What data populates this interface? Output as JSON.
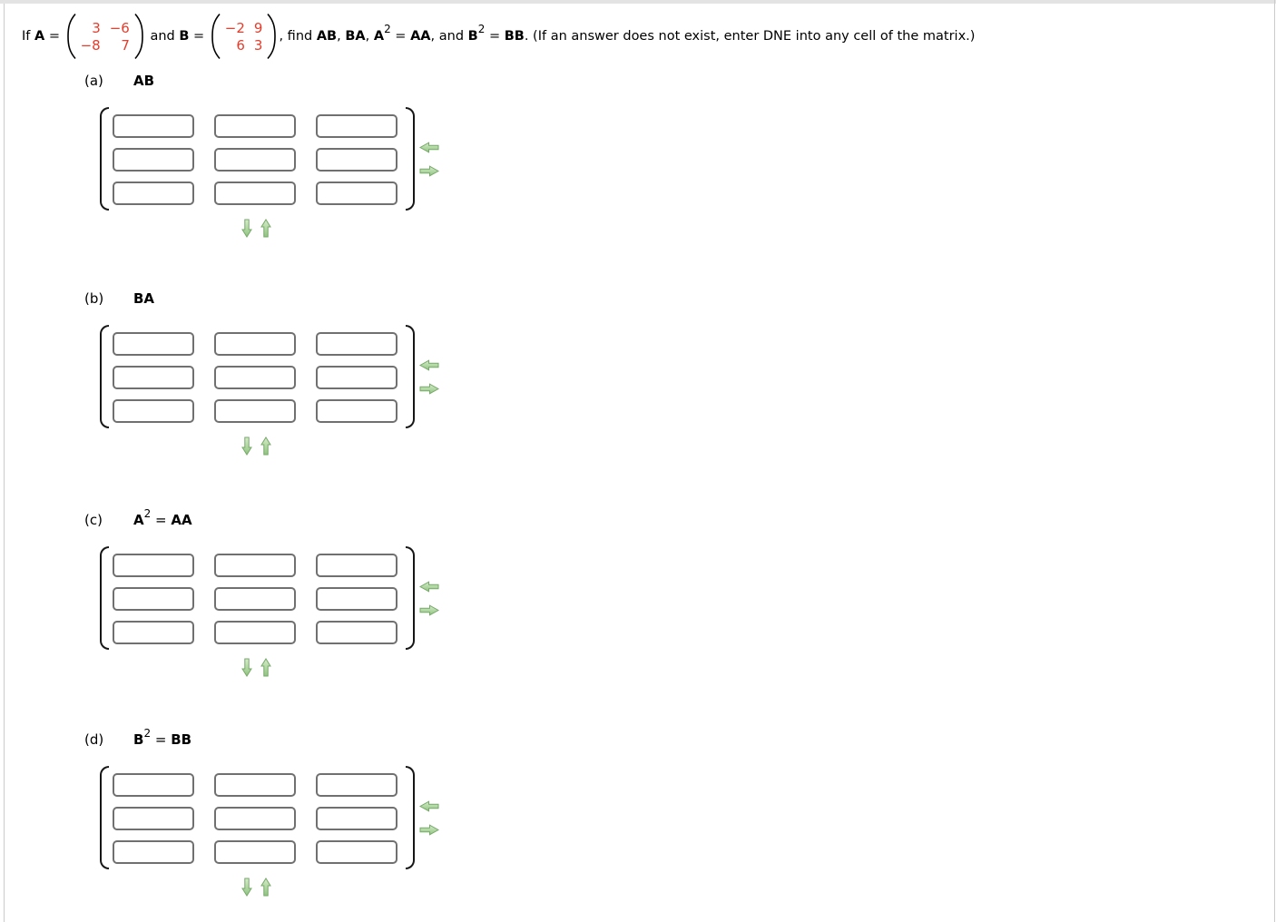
{
  "colors": {
    "matrix_value_red": "#e43d2c",
    "arrow_green": "#8fc47f",
    "cell_border_gray": "#707070"
  },
  "header": {
    "if_text": "If ",
    "A_name": "A",
    "eq1": " = ",
    "matrix_A": [
      [
        "3",
        "−6"
      ],
      [
        "−8",
        "7"
      ]
    ],
    "and_text": " and ",
    "B_name": "B",
    "eq2": " = ",
    "matrix_B": [
      [
        "−2",
        "9"
      ],
      [
        "6",
        "3"
      ]
    ],
    "find_text": ", find ",
    "AB": "AB",
    "comma1": ", ",
    "BA": "BA",
    "comma2": ", ",
    "A2_base": "A",
    "A2_sup": "2",
    "eq3": " = ",
    "AA": "AA",
    "and2": ", and ",
    "B2_base": "B",
    "B2_sup": "2",
    "eq4": " = ",
    "BB": "BB",
    "tail": ". (If an answer does not exist, enter DNE into any cell of the matrix.)"
  },
  "sections": [
    {
      "label": "(a)",
      "title_main": "AB",
      "title_sup": "",
      "title_eq": "",
      "title_second": "",
      "cells": [
        [
          "",
          "",
          ""
        ],
        [
          "",
          "",
          ""
        ],
        [
          "",
          "",
          ""
        ]
      ]
    },
    {
      "label": "(b)",
      "title_main": "BA",
      "title_sup": "",
      "title_eq": "",
      "title_second": "",
      "cells": [
        [
          "",
          "",
          ""
        ],
        [
          "",
          "",
          ""
        ],
        [
          "",
          "",
          ""
        ]
      ]
    },
    {
      "label": "(c)",
      "title_main": "A",
      "title_sup": "2",
      "title_eq": " = ",
      "title_second": "AA",
      "cells": [
        [
          "",
          "",
          ""
        ],
        [
          "",
          "",
          ""
        ],
        [
          "",
          "",
          ""
        ]
      ]
    },
    {
      "label": "(d)",
      "title_main": "B",
      "title_sup": "2",
      "title_eq": " = ",
      "title_second": "BB",
      "cells": [
        [
          "",
          "",
          ""
        ],
        [
          "",
          "",
          ""
        ],
        [
          "",
          "",
          ""
        ]
      ]
    }
  ]
}
